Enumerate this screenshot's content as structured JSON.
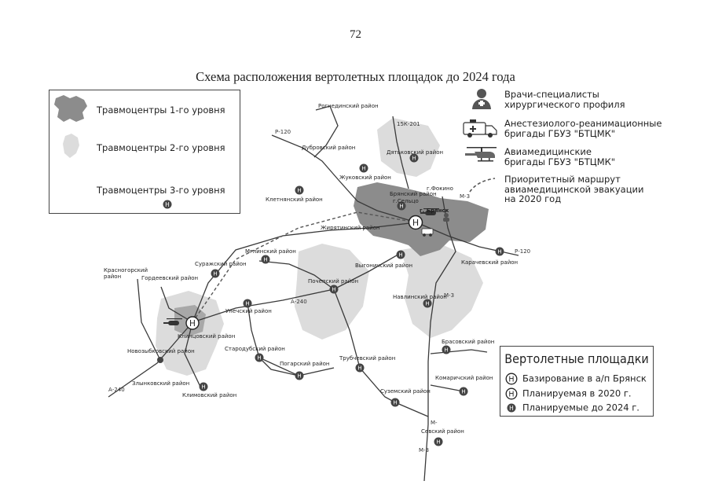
{
  "page_number": "72",
  "title": "Схема расположения вертолетных площадок до 2024 года",
  "legend_levels": {
    "level1": "Травмоцентры 1-го уровня",
    "level2": "Травмоцентры 2-го уровня",
    "level3": "Травмоцентры 3-го уровня"
  },
  "side_legend": {
    "doctors": "Врачи-специалисты\nхирургического профиля",
    "anesthesia": "Анестезиолого-реанимационные\nбригады ГБУЗ \"БТЦМК\"",
    "aviation": "Авиамедицинские\nбригады ГБУЗ \"БТЦМК\"",
    "route": "Приоритетный маршрут\nавиамедицинской эвакуации\nна 2020 год"
  },
  "pad_legend": {
    "title": "Вертолетные площадки",
    "based": "Базирование в а/п Брянск",
    "planned_2020": "Планируемая в 2020 г.",
    "planned_2024": "Планируемые до 2024 г."
  },
  "roads": {
    "r120_west": "Р-120",
    "r120_east": "Р-120",
    "pk201": "15К-201",
    "m3_north": "М-3",
    "m3_mid": "М-3",
    "m3_south": "М-3",
    "m_south": "М-",
    "a240_mid": "А-240",
    "a240_west": "А-240"
  },
  "places": {
    "bryansk": "г. Брянск",
    "fokino": "г.Фокино",
    "selco": "г.Сельцо",
    "rognedino": "Рогнединский район",
    "dubrovka": "Дубровский район",
    "dyatkovo": "Дятьковский район",
    "zhukovka": "Жуковский район",
    "kletnya": "Клетнянский район",
    "bryansk_r": "Брянский район",
    "zhiryatino": "Жирятинский район",
    "mglin": "Мглинский район",
    "surazh": "Суражский район",
    "krasnogorsk": "Красногорский\nрайон",
    "gordeevka": "Гордеевский район",
    "vygonichi": "Выгоничский район",
    "karachev": "Карачевский район",
    "pochep": "Почепский район",
    "unecha": "Унечский район",
    "klintsy": "Клинцовский район",
    "navlya": "Навлинский район",
    "starodub": "Стародубский район",
    "novozybkov": "Новозыбковский район",
    "pogar": "Погарский район",
    "trubchevsk": "Трубчевский район",
    "brasovo": "Брасовский район",
    "komarichi": "Комаричский район",
    "zlynka": "Злынковский район",
    "klimovo": "Климовский район",
    "suzemka": "Суземский район",
    "sevsk": "Севский район"
  },
  "colors": {
    "level1": "#8c8c8c",
    "level2": "#d6d6d6",
    "road": "#3a3a3a",
    "route": "#555555"
  }
}
